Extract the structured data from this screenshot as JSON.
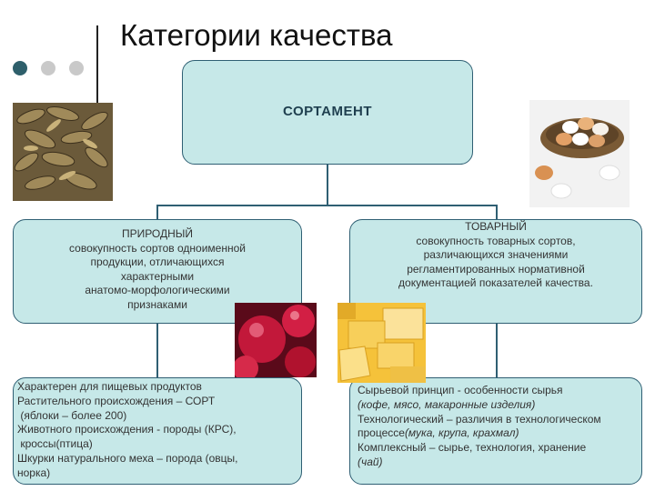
{
  "title": "Категории качества",
  "diagram": {
    "root": "СОРТАМЕНТ",
    "left_title": "ПРИРОДНЫЙ",
    "left_lines": [
      "совокупность сортов одноименной",
      "продукции, отличающихся",
      "характерными",
      "анатомо-морфологическими",
      "признаками"
    ],
    "right_title": "ТОВАРНЫЙ",
    "right_lines": [
      "совокупность товарных сортов,",
      "различающихся значениями",
      "регламентированных нормативной",
      "документацией показателей качества."
    ],
    "left_detail_lines": [
      "Характерен для пищевых продуктов",
      "Растительного происхождения – СОРТ",
      " (яблоки – более 200)",
      "Животного происхождения -  породы (КРС),",
      " кроссы(птица)",
      "Шкурки натурального меха – порода (овцы,",
      "норка)"
    ],
    "right_detail": {
      "l1": "Сырьевой принцип  - особенности сырья",
      "l2": "(кофе, мясо, макаронные изделия)",
      "l3a": "Технологический –  различия в технологическом",
      "l4a": "процессе",
      "l4b": "(мука, крупа, крахмал)",
      "l5": "Комплексный – сырье, технология, хранение",
      "l6": "(чай)"
    }
  },
  "colors": {
    "box_fill": "#c6e8e8",
    "box_border": "#2f5f73",
    "dot_dark": "#2e5f6b",
    "dot_light": "#c9c9c9"
  },
  "icons": [
    "fish-photo",
    "eggs-photo",
    "berries-photo",
    "cheese-photo"
  ]
}
